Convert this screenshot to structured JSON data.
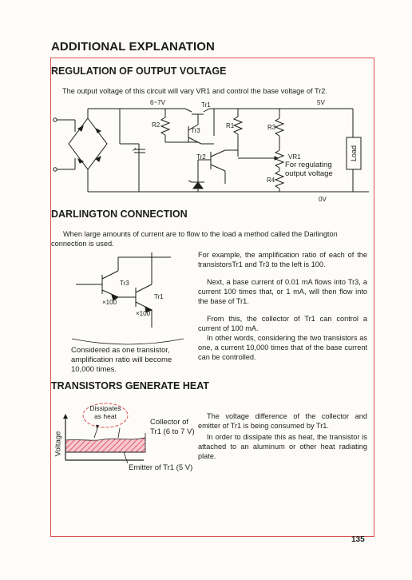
{
  "page_title": "ADDITIONAL EXPLANATION",
  "sections": {
    "regulation": {
      "heading": "REGULATION OF OUTPUT VOLTAGE",
      "intro": "The output voltage of this circuit will vary VR1 and control the base voltage of Tr2.",
      "labels": {
        "v_in": "6~7V",
        "tr1": "Tr1",
        "v_out": "5V",
        "r2": "R2",
        "tr3": "Tr3",
        "r1": "R1",
        "r3": "R3",
        "tr2": "Tr2",
        "vr1": "VR1",
        "vr1_note_1": "For regulating",
        "vr1_note_2": "output voltage",
        "r4": "R4",
        "load": "Load",
        "ground": "0V"
      }
    },
    "darlington": {
      "heading": "DARLINGTON CONNECTION",
      "intro_1": "When large amounts of current are to flow to the load a method called the Darlington",
      "intro_2": "connection is used.",
      "p1": "For example, the amplification ratio of each of the transistorsTr1 and Tr3 to the left is 100.",
      "p2": "Next, a base current of 0.01 mA flows into Tr3, a current 100 times that, or 1 mA, will then flow into the base of Tr1.",
      "p3": "From this, the collector of Tr1 can control a current of 100 mA.",
      "p4": "In other words, considering the two transistors as one, a current 10,000 times that of the base current can be controlled.",
      "fig_labels": {
        "tr3": "Tr3",
        "tr1": "Tr1",
        "x100_left": "×100",
        "x100_right": "×100"
      },
      "caption": [
        "Considered as one transistor,",
        "amplification ratio will become",
        "10,000 times."
      ]
    },
    "heat": {
      "heading": "TRANSISTORS GENERATE HEAT",
      "p1": "The voltage difference of the collector and emitter of Tr1 is being consumed by Tr1.",
      "p2": "In order to dissipate this as heat, the transistor is attached to an aluminum or other heat radiating plate.",
      "fig_labels": {
        "y_axis": "Voltage",
        "dissipates_1": "Dissipates",
        "dissipates_2": "as heat",
        "collector_1": "Collector of",
        "collector_2": "Tr1 (6 to 7 V)",
        "emitter": "Emitter of Tr1 (5 V)"
      }
    }
  },
  "page_number": "135",
  "colors": {
    "accent_red": "#d9534f",
    "hatch": "#e05a6a",
    "ink": "#1c1c1c",
    "paper": "#fdfcf8"
  }
}
